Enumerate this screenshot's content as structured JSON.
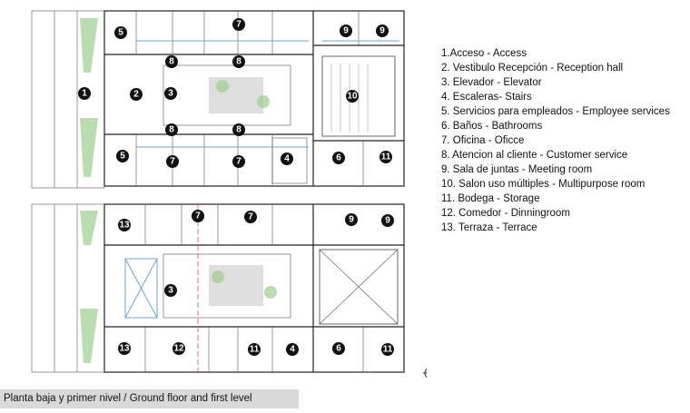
{
  "legend": [
    "1.Acceso - Access",
    "2. Vestibulo Recepción - Reception hall",
    "3. Elevador - Elevator",
    "4. Escaleras- Stairs",
    "5. Servicios para empleados - Employee services",
    "6. Baños - Bathrooms",
    "7. Oficina - Oficce",
    "8. Atencion al cliente - Customer service",
    "9. Sala de juntas - Meeting room",
    "10. Salon uso múltiples -  Multipurpose room",
    "11. Bodega  - Storage",
    "12. Comedor - Dinningroom",
    "13. Terraza - Terrace"
  ],
  "caption": "Planta baja y primer nivel / Ground floor and first level",
  "markers": {
    "ground": [
      "1",
      "2",
      "3",
      "10",
      "5",
      "5",
      "7",
      "8",
      "8",
      "8",
      "8",
      "7",
      "7",
      "4",
      "6",
      "11",
      "9",
      "9"
    ],
    "first": [
      "13",
      "7",
      "7",
      "9",
      "9",
      "3",
      "13",
      "12",
      "11",
      "4",
      "6",
      "11"
    ]
  }
}
